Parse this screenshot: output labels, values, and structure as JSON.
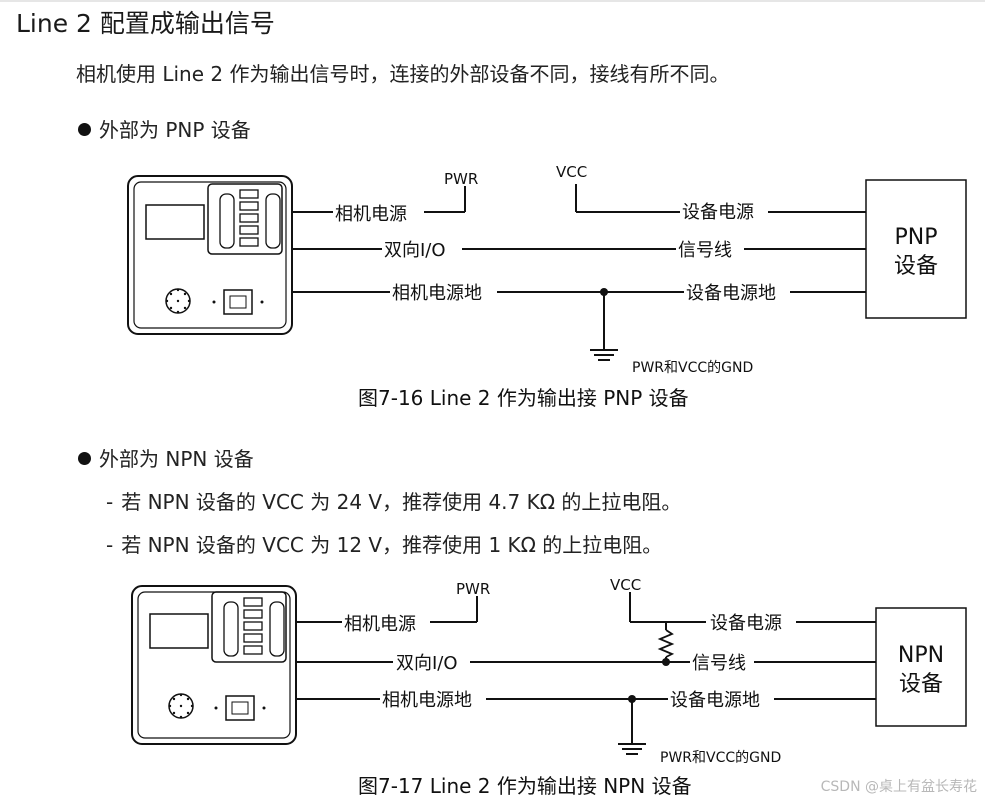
{
  "section_title": "Line 2 配置成输出信号",
  "intro": "相机使用 Line 2 作为输出信号时，连接的外部设备不同，接线有所不同。",
  "bullets": {
    "pnp": "外部为 PNP 设备",
    "npn": "外部为 NPN 设备"
  },
  "npn_notes": [
    "若 NPN 设备的 VCC 为 24 V，推荐使用 4.7 KΩ 的上拉电阻。",
    "若 NPN 设备的 VCC 为 12 V，推荐使用 1 KΩ 的上拉电阻。"
  ],
  "dash_mark": "-",
  "figure_pnp": {
    "caption": "图7-16  Line 2 作为输出接 PNP 设备",
    "pwr": "PWR",
    "vcc": "VCC",
    "camera_power": "相机电源",
    "bidirectional_io": "双向I/O",
    "camera_ground": "相机电源地",
    "device_power": "设备电源",
    "signal_line": "信号线",
    "device_ground": "设备电源地",
    "gnd_note": "PWR和VCC的GND",
    "device_line1": "PNP",
    "device_line2": "设备"
  },
  "figure_npn": {
    "caption": "图7-17  Line 2 作为输出接 NPN 设备",
    "pwr": "PWR",
    "vcc": "VCC",
    "camera_power": "相机电源",
    "bidirectional_io": "双向I/O",
    "camera_ground": "相机电源地",
    "device_power": "设备电源",
    "signal_line": "信号线",
    "device_ground": "设备电源地",
    "gnd_note": "PWR和VCC的GND",
    "device_line1": "NPN",
    "device_line2": "设备"
  },
  "watermark": "CSDN @桌上有盆长寿花"
}
